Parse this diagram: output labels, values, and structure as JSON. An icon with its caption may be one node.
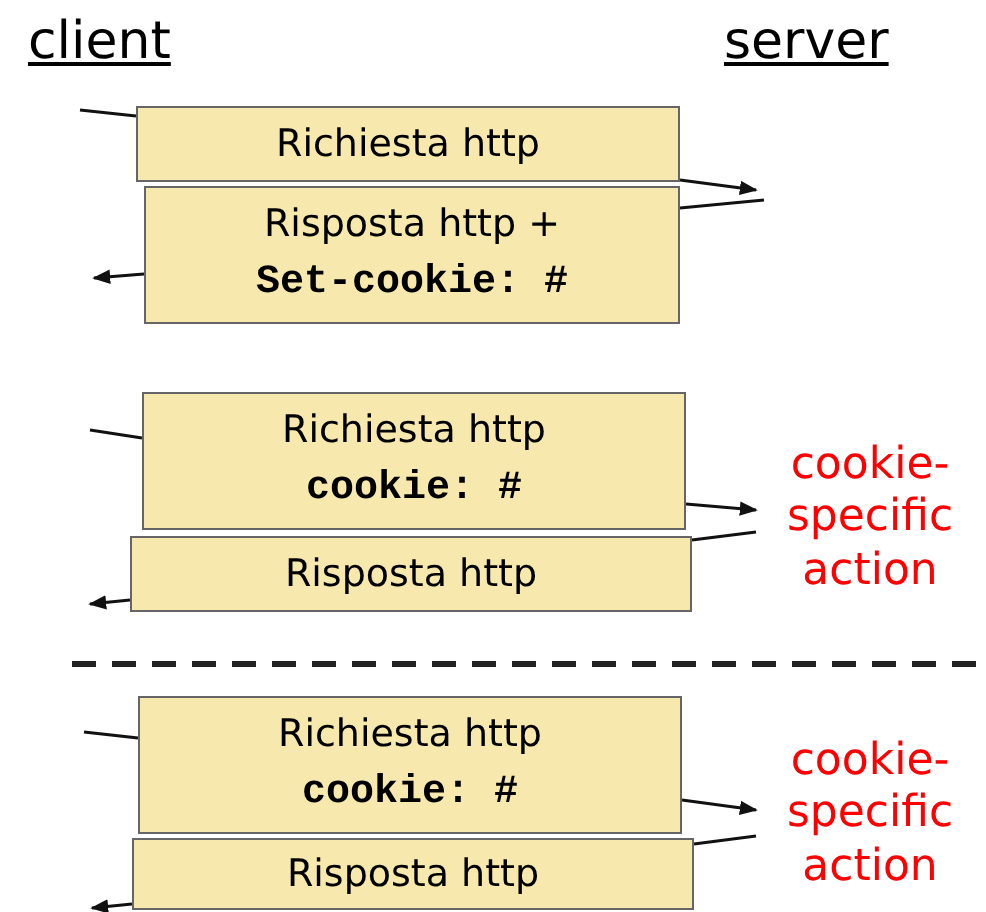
{
  "diagram": {
    "nodes": [
      {
        "text": [
          "Richiesta http"
        ]
      },
      {
        "text": [
          "Risposta http +",
          "Set-cookie: #"
        ]
      },
      {
        "text": [
          "Richiesta http",
          "cookie: #"
        ]
      },
      {
        "text": [
          "Risposta http"
        ]
      },
      {
        "text": [
          "Richiesta http",
          "cookie: #"
        ]
      },
      {
        "text": [
          "Risposta http"
        ]
      },
      {
        "text": [
          "cookie- specific action"
        ]
      },
      {
        "text": [
          "cookie- specific action"
        ]
      }
    ],
    "edges": [
      {
        "from": null,
        "to": 0,
        "arrow": "none"
      },
      {
        "from": 0,
        "to": null,
        "arrow": "to"
      },
      {
        "from": null,
        "to": 1,
        "arrow": "none"
      },
      {
        "from": 1,
        "to": null,
        "arrow": "to"
      },
      {
        "from": null,
        "to": 2,
        "arrow": "none"
      },
      {
        "from": 2,
        "to": 6,
        "arrow": "to"
      },
      {
        "from": 6,
        "to": 3,
        "arrow": "none"
      },
      {
        "from": 3,
        "to": null,
        "arrow": "to"
      },
      {
        "from": null,
        "to": 4,
        "arrow": "none"
      },
      {
        "from": 4,
        "to": 7,
        "arrow": "to"
      },
      {
        "from": 7,
        "to": 5,
        "arrow": "none"
      },
      {
        "from": 5,
        "to": null,
        "arrow": "to"
      }
    ],
    "labels": [
      "client",
      "server"
    ]
  }
}
